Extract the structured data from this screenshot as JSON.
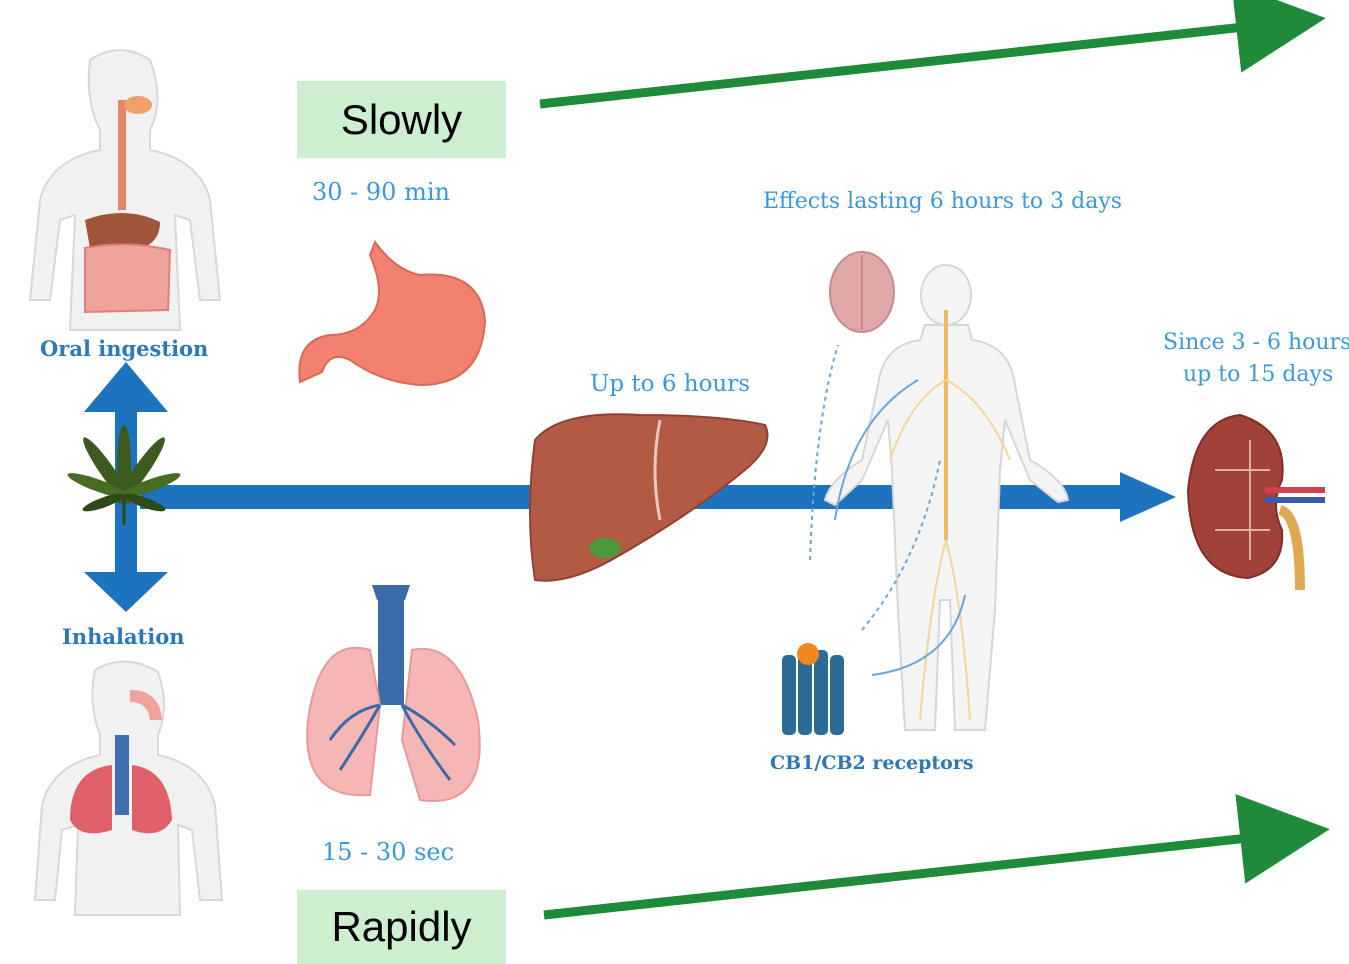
{
  "speed": {
    "slow_label": "Slowly",
    "rapid_label": "Rapidly"
  },
  "routes": {
    "oral_label": "Oral ingestion",
    "inhalation_label": "Inhalation"
  },
  "timings": {
    "oral_onset": "30 - 90 min",
    "inhalation_onset": "15 - 30 sec",
    "liver": "Up to 6 hours",
    "effects": "Effects lasting 6 hours to 3 days",
    "excretion_line1": "Since 3 - 6 hours",
    "excretion_line2": "up to 15 days"
  },
  "receptors": {
    "label": "CB1/CB2 receptors"
  },
  "colors": {
    "flow_arrow": "#1e73be",
    "speed_arrow": "#1e8a3a",
    "speed_box": "#cdeecf",
    "label_text": "#3a9ad6"
  }
}
